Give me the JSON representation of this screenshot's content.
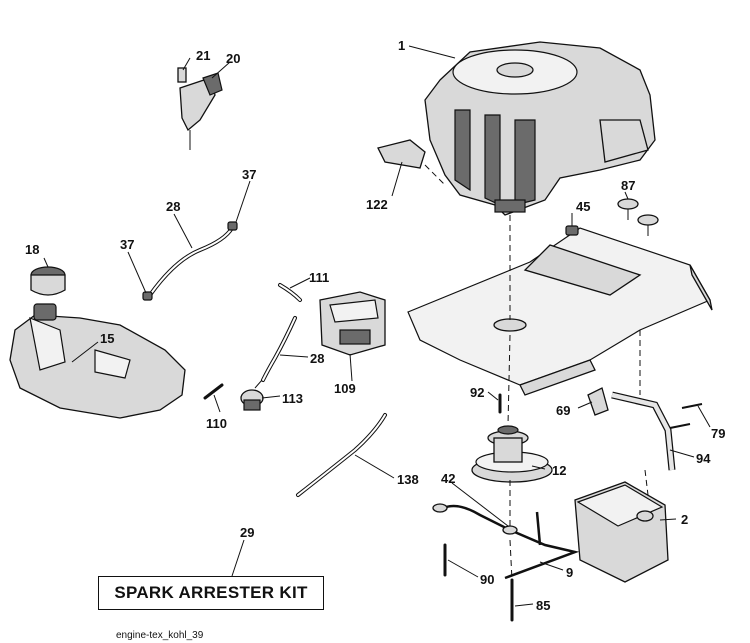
{
  "footer": {
    "code": "engine-tex_kohl_39"
  },
  "kit": {
    "label": "SPARK ARRESTER KIT"
  },
  "callouts": {
    "c1": "1",
    "c2": "2",
    "c9": "9",
    "c12": "12",
    "c15": "15",
    "c18": "18",
    "c20": "20",
    "c21": "21",
    "c28a": "28",
    "c28b": "28",
    "c29": "29",
    "c37a": "37",
    "c37b": "37",
    "c42": "42",
    "c45": "45",
    "c69": "69",
    "c79": "79",
    "c85": "85",
    "c87": "87",
    "c90": "90",
    "c92": "92",
    "c94": "94",
    "c109": "109",
    "c110": "110",
    "c111": "111",
    "c113": "113",
    "c122": "122",
    "c138": "138"
  }
}
